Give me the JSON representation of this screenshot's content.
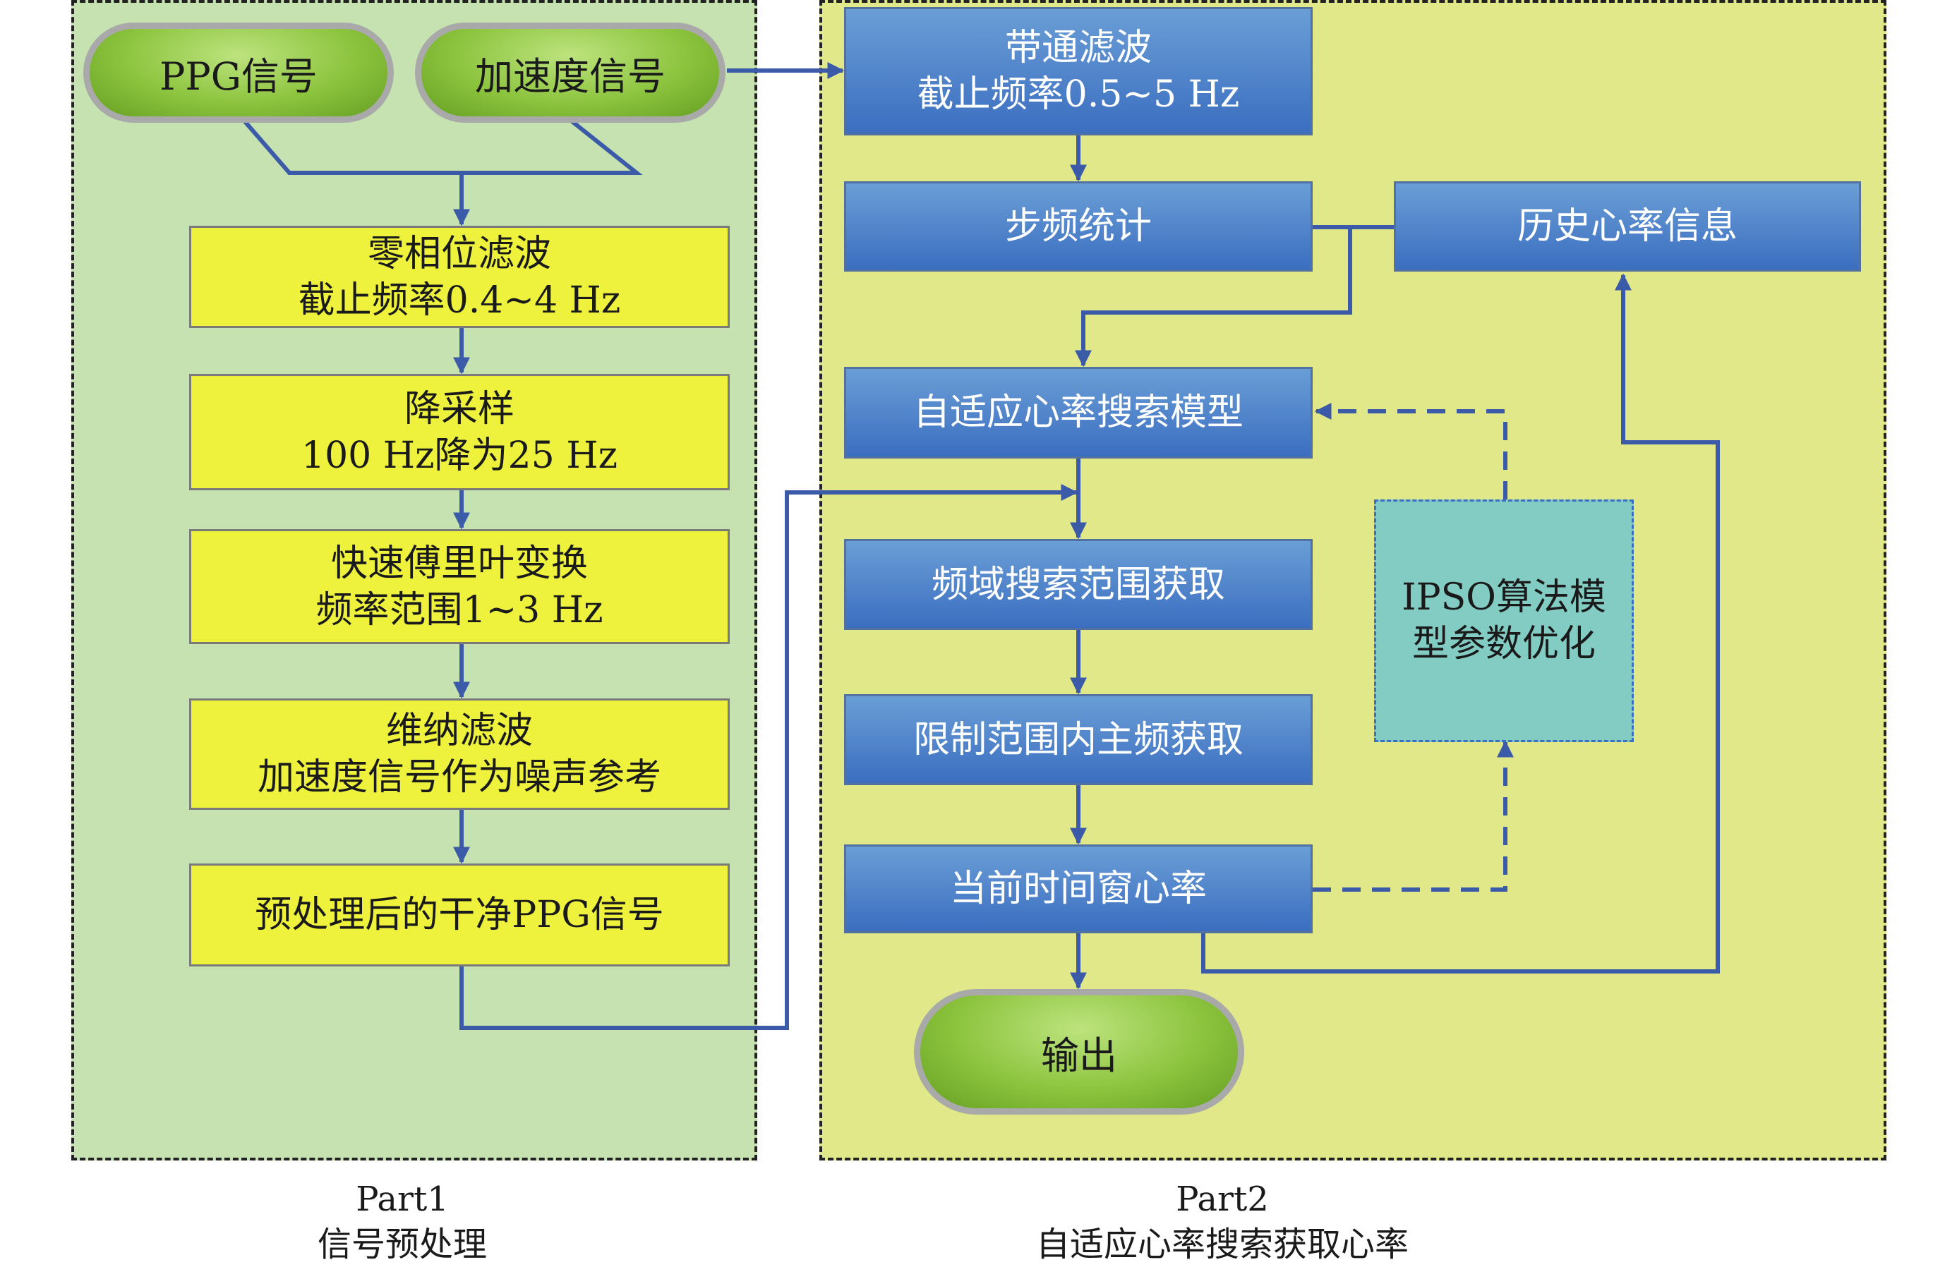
{
  "part1": {
    "pill_ppg": "PPG信号",
    "pill_accel": "加速度信号",
    "box1_line1": "零相位滤波",
    "box1_line2": "截止频率0.4~4 Hz",
    "box2_line1": "降采样",
    "box2_line2": "100 Hz降为25 Hz",
    "box3_line1": "快速傅里叶变换",
    "box3_line2": "频率范围1~3 Hz",
    "box4_line1": "维纳滤波",
    "box4_line2": "加速度信号作为噪声参考",
    "box5": "预处理后的干净PPG信号",
    "caption_line1": "Part1",
    "caption_line2": "信号预处理"
  },
  "part2": {
    "bandpass_line1": "带通滤波",
    "bandpass_line2": "截止频率0.5~5 Hz",
    "cadence": "步频统计",
    "history": "历史心率信息",
    "model": "自适应心率搜索模型",
    "range": "频域搜索范围获取",
    "mainfreq": "限制范围内主频获取",
    "current": "当前时间窗心率",
    "output": "输出",
    "ipso_line1": "IPSO算法模",
    "ipso_line2": "型参数优化",
    "caption_line1": "Part2",
    "caption_line2": "自适应心率搜索获取心率"
  },
  "colors": {
    "panel1_bg": "#c6e2b0",
    "panel2_bg": "#e0e88a",
    "yellow_box": "#eef23c",
    "blue_box": "#4a7fc8",
    "teal_box": "#82ccc3",
    "green_pill": "#8cc43e",
    "arrow": "#3b5ba8"
  }
}
